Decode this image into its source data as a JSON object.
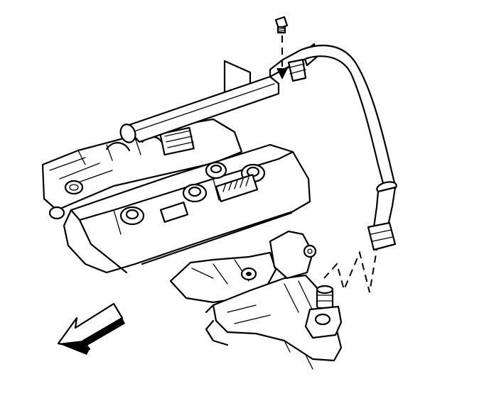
{
  "diagram": {
    "labels": [],
    "parts": [
      "bolt",
      "heater-hose",
      "hose-fitting",
      "hose-bracket",
      "camshaft-cover",
      "ignition-coils",
      "intake-manifold",
      "exhaust-manifold",
      "heat-shield",
      "coolant-outlet",
      "direction-arrow"
    ],
    "colors": {
      "ink": "#000000",
      "background": "#ffffff"
    }
  }
}
